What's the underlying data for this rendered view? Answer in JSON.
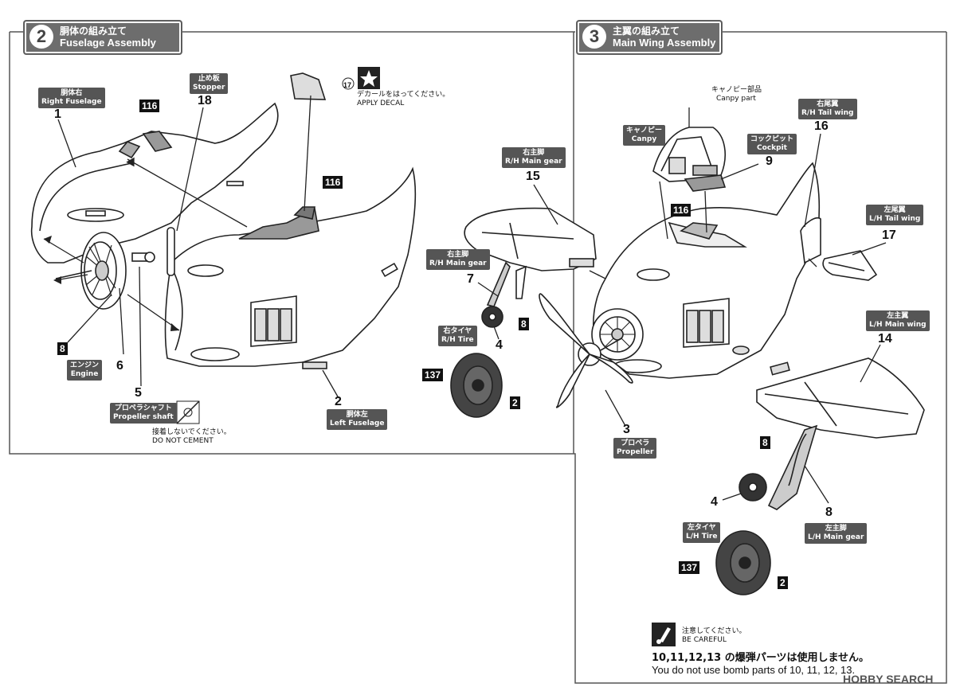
{
  "step2": {
    "number": "2",
    "title_jp": "胴体の組み立て",
    "title_en": "Fuselage Assembly"
  },
  "step3": {
    "number": "3",
    "title_jp": "主翼の組み立て",
    "title_en": "Main Wing Assembly"
  },
  "labels": {
    "right_fuselage": {
      "jp": "胴体右",
      "en": "Right Fuselage",
      "num": "1"
    },
    "stopper": {
      "jp": "止め板",
      "en": "Stopper",
      "num": "18"
    },
    "engine": {
      "jp": "エンジン",
      "en": "Engine",
      "num": "6"
    },
    "prop_shaft": {
      "jp": "プロペラシャフト",
      "en": "Propeller shaft",
      "num": "5"
    },
    "left_fuselage": {
      "jp": "胴体左",
      "en": "Left Fuselage",
      "num": "2"
    },
    "canopy_part": {
      "jp": "キャノピー部品",
      "en": "Canpy part"
    },
    "canopy": {
      "jp": "キャノピー",
      "en": "Canpy"
    },
    "cockpit": {
      "jp": "コックピット",
      "en": "Cockpit",
      "num": "9"
    },
    "rh_tail": {
      "jp": "右尾翼",
      "en": "R/H Tail wing",
      "num": "16"
    },
    "lh_tail": {
      "jp": "左尾翼",
      "en": "L/H Tail wing",
      "num": "17"
    },
    "rh_main_gear_a": {
      "jp": "右主脚",
      "en": "R/H Main gear",
      "num": "15"
    },
    "rh_main_gear_b": {
      "jp": "右主脚",
      "en": "R/H Main gear",
      "num": "7"
    },
    "rh_tire": {
      "jp": "右タイヤ",
      "en": "R/H Tire",
      "num": "4"
    },
    "propeller": {
      "jp": "プロペラ",
      "en": "Propeller",
      "num": "3"
    },
    "lh_main_wing": {
      "jp": "左主翼",
      "en": "L/H Main wing",
      "num": "14"
    },
    "lh_main_gear": {
      "jp": "左主脚",
      "en": "L/H Main gear",
      "num": "8"
    },
    "lh_tire": {
      "jp": "左タイヤ",
      "en": "L/H Tire",
      "num": "4"
    }
  },
  "numbers": {
    "n8_engine": "8",
    "n2_tire_r": "2",
    "n2_tire_l": "2",
    "n8_gear_r": "8",
    "n8_gear_l": "8",
    "n17_decal": "17"
  },
  "boxes": {
    "b116_a": "116",
    "b116_b": "116",
    "b116_c": "116",
    "b137_a": "137",
    "b137_b": "137",
    "b8_a": "8",
    "b8_b": "8",
    "b8_c": "8",
    "b2_a": "2",
    "b2_b": "2"
  },
  "decal": {
    "jp": "デカールをはってください。",
    "en": "APPLY DECAL"
  },
  "no_cement": {
    "jp": "接着しないでください。",
    "en": "DO NOT CEMENT"
  },
  "caution": {
    "jp_small": "注意してください。",
    "en_small": "BE CAREFUL",
    "jp": "10,11,12,13 の爆弾パーツは使用しません。",
    "en": "You do not use bomb parts of 10, 11, 12, 13."
  },
  "watermark": "HOBBY SEARCH"
}
